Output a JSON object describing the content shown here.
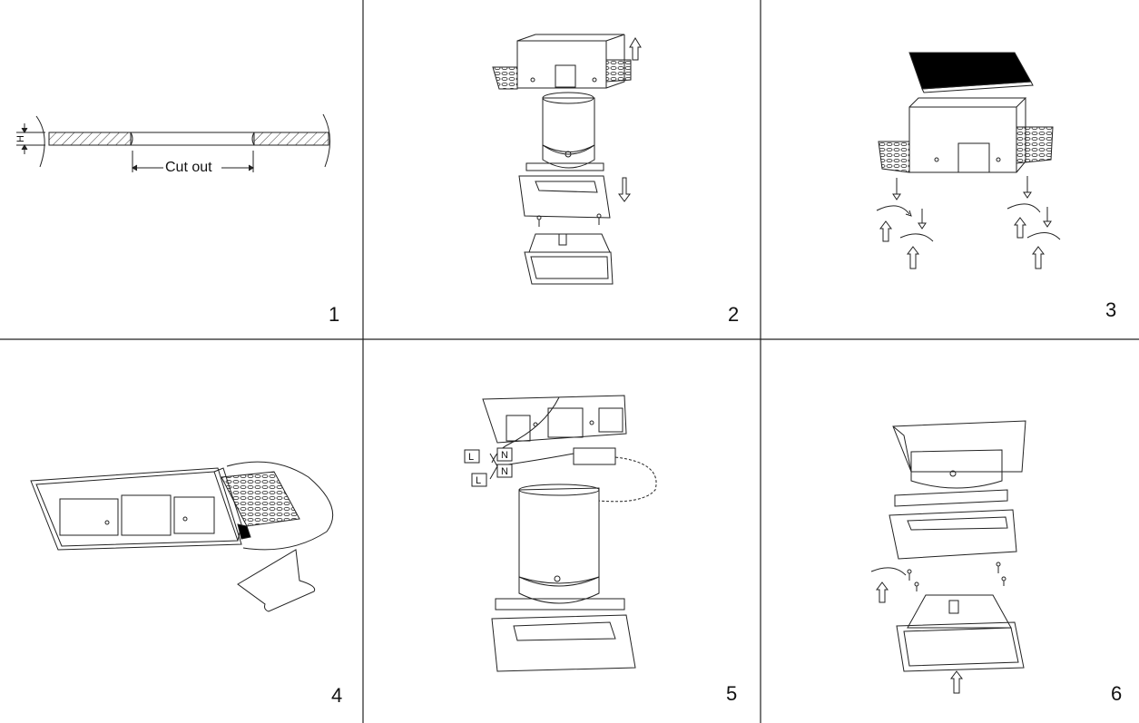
{
  "panels": [
    {
      "number": "1",
      "cut_label": "Cut out",
      "h_label": "H"
    },
    {
      "number": "2"
    },
    {
      "number": "3"
    },
    {
      "number": "4"
    },
    {
      "number": "5",
      "wire_labels": [
        "L",
        "N",
        "L",
        "N"
      ]
    },
    {
      "number": "6"
    }
  ]
}
